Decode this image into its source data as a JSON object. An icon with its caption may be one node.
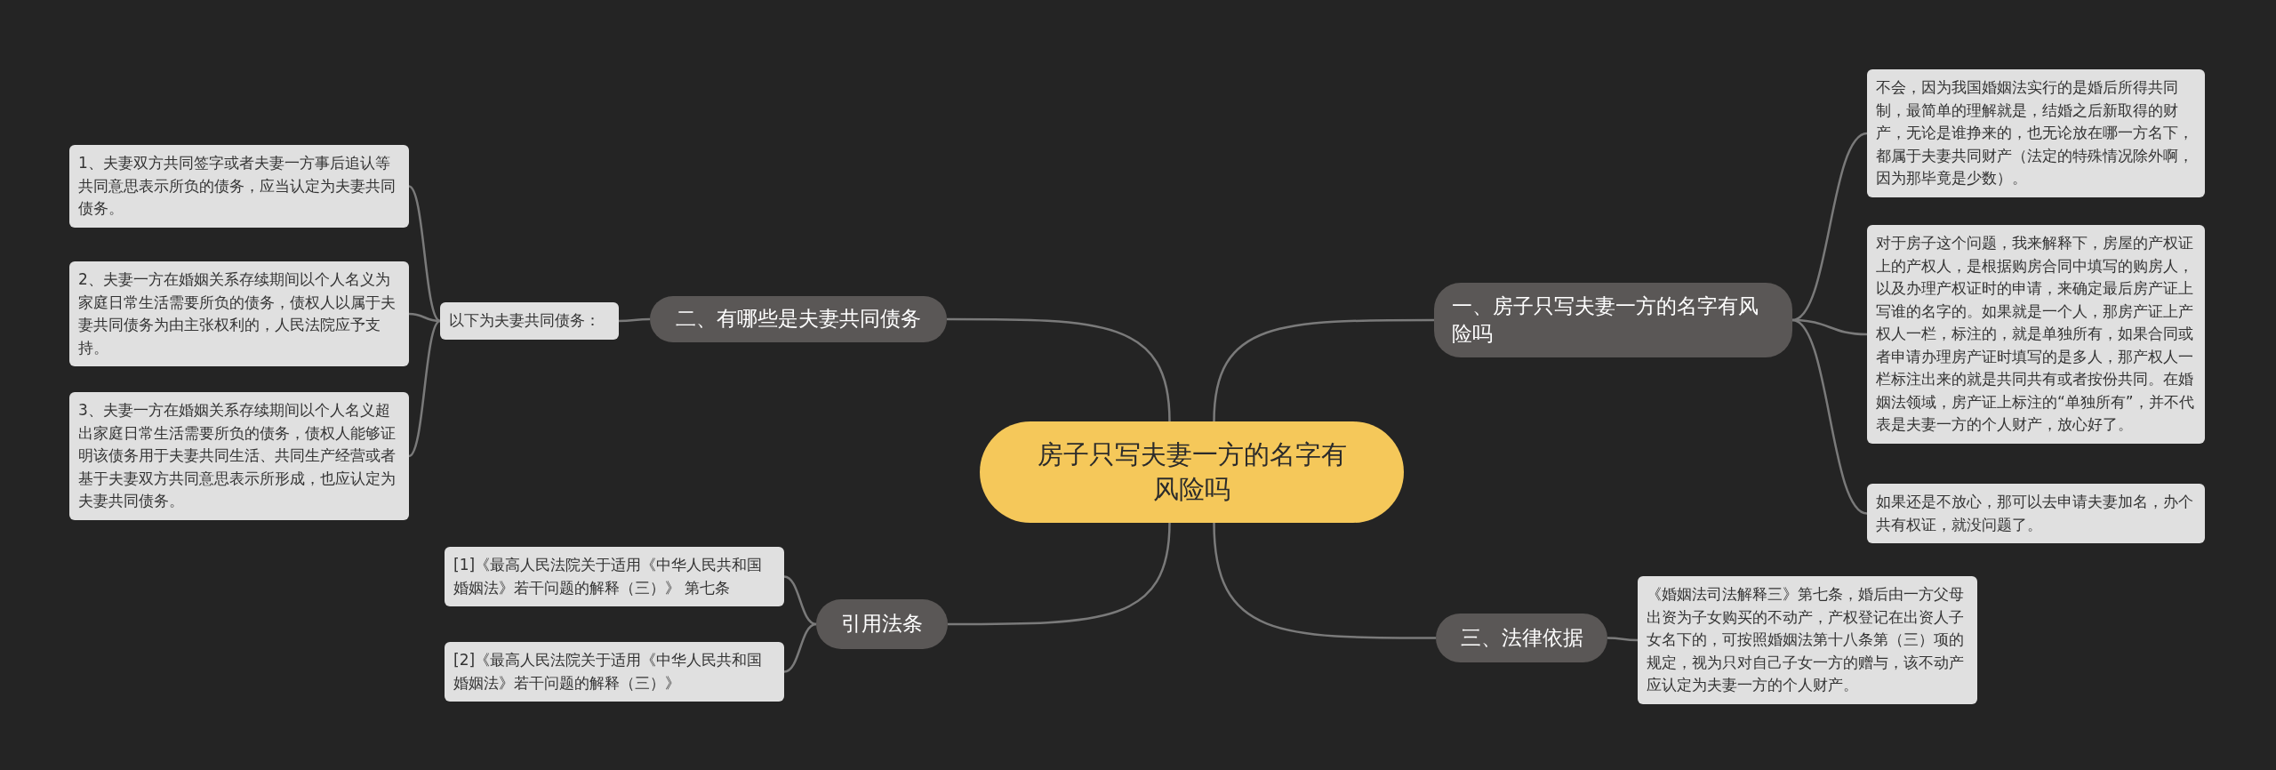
{
  "diagram": {
    "nodes": [
      {
        "text": [
          "房子只写夫妻一方的名字有风险吗"
        ]
      },
      {
        "text": [
          "一、房子只写夫妻一方的名字有风险吗"
        ]
      },
      {
        "text": [
          "不会，因为我国婚姻法实行的是婚后所得共同制，最简单的理解就是，结婚之后新取得的财产，无论是谁挣来的，也无论放在哪一方名下，都属于夫妻共同财产（法定的特殊情况除外啊，因为那毕竟是少数）。"
        ]
      },
      {
        "text": [
          "对于房子这个问题，我来解释下，房屋的产权证上的产权人，是根据购房合同中填写的购房人，以及办理产权证时的申请，来确定最后房产证上写谁的名字的。如果就是一个人，那房产证上产权人一栏，标注的，就是单独所有，如果合同或者申请办理房产证时填写的是多人，那产权人一栏标注出来的就是共同共有或者按份共同。在婚姻法领域，房产证上标注的“单独所有”，并不代表是夫妻一方的个人财产，放心好了。"
        ]
      },
      {
        "text": [
          "如果还是不放心，那可以去申请夫妻加名，办个共有权证，就没问题了。"
        ]
      },
      {
        "text": [
          "二、有哪些是夫妻共同债务"
        ]
      },
      {
        "text": [
          "以下为夫妻共同债务："
        ]
      },
      {
        "text": [
          "1、夫妻双方共同签字或者夫妻一方事后追认等共同意思表示所负的债务，应当认定为夫妻共同债务。"
        ]
      },
      {
        "text": [
          "2、夫妻一方在婚姻关系存续期间以个人名义为家庭日常生活需要所负的债务，债权人以属于夫妻共同债务为由主张权利的，人民法院应予支持。"
        ]
      },
      {
        "text": [
          "3、夫妻一方在婚姻关系存续期间以个人名义超出家庭日常生活需要所负的债务，债权人能够证明该债务用于夫妻共同生活、共同生产经营或者基于夫妻双方共同意思表示所形成，也应认定为夫妻共同债务。"
        ]
      },
      {
        "text": [
          "三、法律依据"
        ]
      },
      {
        "text": [
          "《婚姻法司法解释三》第七条，婚后由一方父母出资为子女购买的不动产，产权登记在出资人子女名下的，可按照婚姻法第十八条第（三）项的规定，视为只对自己子女一方的赠与，该不动产应认定为夫妻一方的个人财产。"
        ]
      },
      {
        "text": [
          "引用法条"
        ]
      },
      {
        "text": [
          "[1]《最高人民法院关于适用《中华人民共和国婚姻法》若干问题的解释（三）》 第七条"
        ]
      },
      {
        "text": [
          "[2]《最高人民法院关于适用《中华人民共和国婚姻法》若干问题的解释（三）》"
        ]
      }
    ],
    "edges": [
      {
        "from": 0,
        "to": 1,
        "arrow": "none"
      },
      {
        "from": 1,
        "to": 2,
        "arrow": "none"
      },
      {
        "from": 1,
        "to": 3,
        "arrow": "none"
      },
      {
        "from": 1,
        "to": 4,
        "arrow": "none"
      },
      {
        "from": 0,
        "to": 5,
        "arrow": "none"
      },
      {
        "from": 5,
        "to": 6,
        "arrow": "none"
      },
      {
        "from": 6,
        "to": 7,
        "arrow": "none"
      },
      {
        "from": 6,
        "to": 8,
        "arrow": "none"
      },
      {
        "from": 6,
        "to": 9,
        "arrow": "none"
      },
      {
        "from": 0,
        "to": 10,
        "arrow": "none"
      },
      {
        "from": 10,
        "to": 11,
        "arrow": "none"
      },
      {
        "from": 0,
        "to": 12,
        "arrow": "none"
      },
      {
        "from": 12,
        "to": 13,
        "arrow": "none"
      },
      {
        "from": 12,
        "to": 14,
        "arrow": "none"
      }
    ]
  }
}
